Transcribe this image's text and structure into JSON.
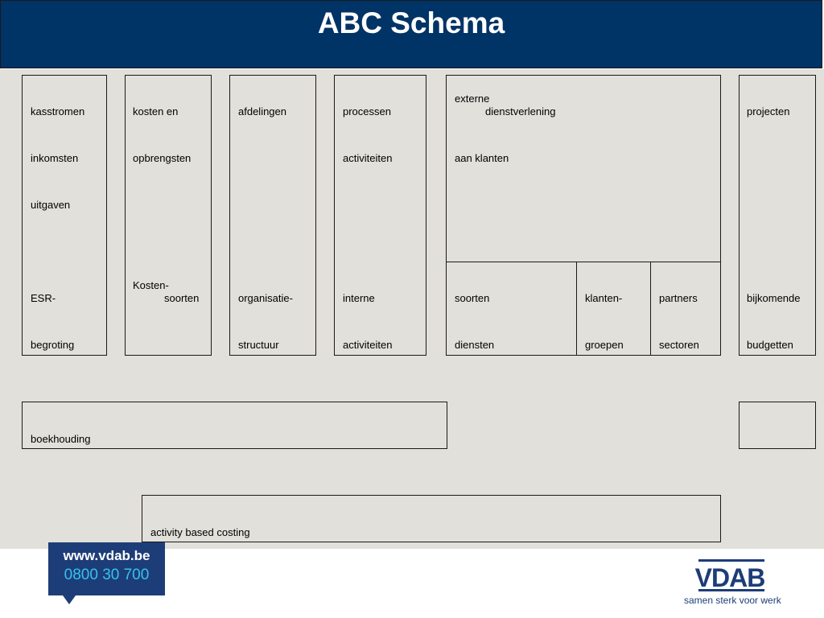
{
  "title": "ABC Schema",
  "columns": {
    "kasstromen": {
      "line1": "kasstromen",
      "line2": "inkomsten",
      "line3": "uitgaven",
      "line4": "ESR-",
      "line5": "begroting"
    },
    "kosten": {
      "line1": "kosten en",
      "line2": "opbrengsten",
      "line3a": "Kosten-",
      "line3b": "soorten"
    },
    "afdelingen": {
      "line1": "afdelingen",
      "line4": "organisatie-",
      "line5": "structuur"
    },
    "processen": {
      "line1": "processen",
      "line2": "activiteiten",
      "line4": "interne",
      "line5": "activiteiten"
    },
    "externe": {
      "line1a": "externe",
      "line1b": "dienstverlening",
      "line2": "aan klanten"
    },
    "soorten": {
      "line4": "soorten",
      "line5": "diensten"
    },
    "klanten": {
      "line4": "klanten-",
      "line5": "groepen"
    },
    "partners": {
      "line4": "partners",
      "line5": "sectoren"
    },
    "projecten": {
      "line1": "projecten",
      "line4": "bijkomende",
      "line5": "budgetten"
    }
  },
  "boekhouding": "boekhouding",
  "abc": "activity based costing",
  "footer": {
    "url": "www.vdab.be",
    "phone": "0800 30 700"
  },
  "logo": {
    "name": "VDAB",
    "tagline": "samen sterk voor werk"
  },
  "colors": {
    "header": "#003366",
    "canvas": "#e2e0da",
    "footer_tag": "#1d3d78",
    "phone": "#34c2ee"
  }
}
